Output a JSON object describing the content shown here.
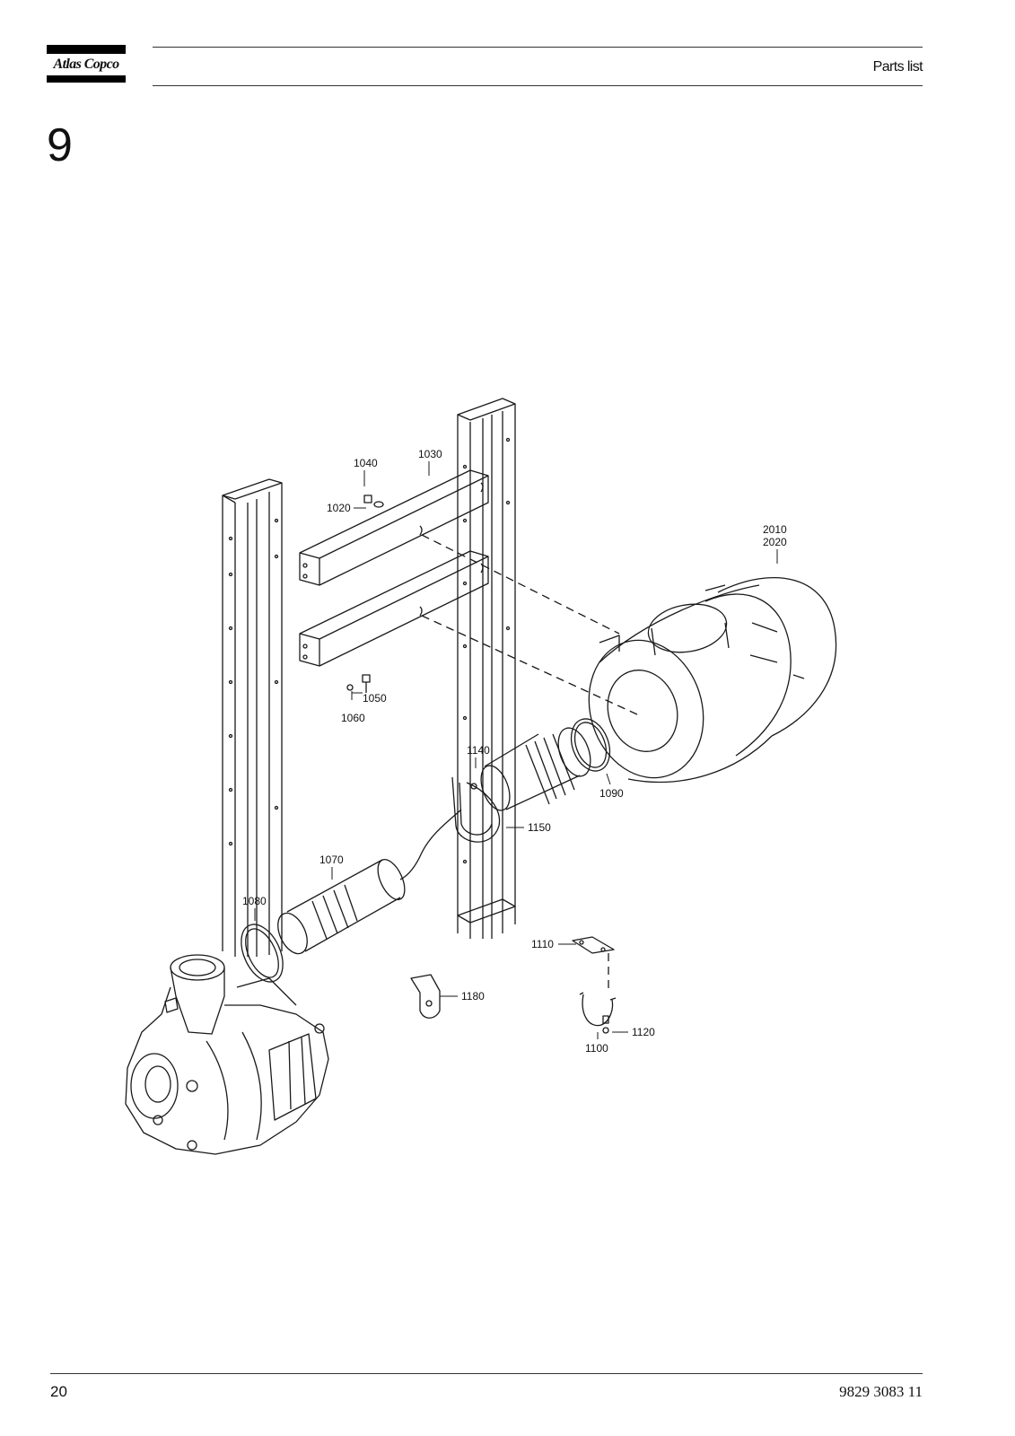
{
  "header": {
    "logo_text": "Atlas Copco",
    "section_label": "Parts list"
  },
  "section_number": "9",
  "callouts": {
    "c1040": "1040",
    "c1030": "1030",
    "c1020": "1020",
    "c2010": "2010",
    "c2020": "2020",
    "c1050": "1050",
    "c1060": "1060",
    "c1140": "1140",
    "c1090": "1090",
    "c1150": "1150",
    "c1070": "1070",
    "c1080": "1080",
    "c1110": "1110",
    "c1180": "1180",
    "c1120": "1120",
    "c1100": "1100"
  },
  "footer": {
    "page_number": "20",
    "document_number": "9829 3083 11"
  }
}
